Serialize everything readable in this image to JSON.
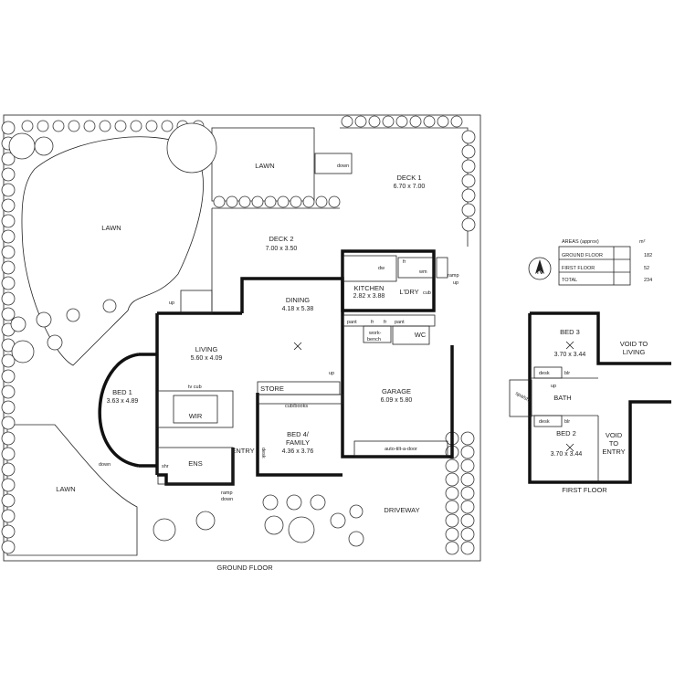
{
  "rooms": {
    "lawn_top": "LAWN",
    "lawn_left": "LAWN",
    "lawn_bottom": "LAWN",
    "deck1": "DECK 1",
    "deck1_dim": "6.70 x 7.00",
    "deck2": "DECK 2",
    "deck2_dim": "7.00 x 3.50",
    "kitchen": "KITCHEN",
    "kitchen_dim": "2.82 x 3.88",
    "ldry": "L'DRY",
    "dining": "DINING",
    "dining_dim": "4.18 x 5.38",
    "living": "LIVING",
    "living_dim": "5.60 x 4.09",
    "bed1": "BED 1",
    "bed1_dim": "3.63 x 4.89",
    "wir": "WIR",
    "ens": "ENS",
    "entry": "ENTRY",
    "store": "STORE",
    "bed4_a": "BED 4/",
    "bed4_b": "FAMILY",
    "bed4_dim": "4.36 x 3.76",
    "garage": "GARAGE",
    "garage_dim": "6.09 x 5.80",
    "driveway": "DRIVEWAY",
    "wc": "WC",
    "bed3": "BED 3",
    "bed3_dim": "3.70 x 3.44",
    "bed2": "BED 2",
    "bed2_dim": "3.70 x 3.44",
    "bath": "BATH",
    "void_living_a": "VOID TO",
    "void_living_b": "LIVING",
    "void_entry_a": "VOID",
    "void_entry_b": "TO",
    "void_entry_c": "ENTRY"
  },
  "fixtures": {
    "dw": "dw",
    "fr": "fr",
    "wm": "wm",
    "cub": "cub",
    "pant": "pant",
    "work": "work-",
    "bench": "bench",
    "tv_cub": "tv cub",
    "cub_books": "cub/books",
    "desk": "desk",
    "shr": "shr",
    "bir": "blr",
    "auto_door": "auto-tilt-a-door",
    "up": "up",
    "down": "down",
    "ramp": "ramp",
    "ramp_up": "up",
    "ramp_down_a": "ramp",
    "ramp_down_b": "down",
    "spa_shr": "spa/shr"
  },
  "captions": {
    "ground_floor": "GROUND FLOOR",
    "first_floor": "FIRST FLOOR",
    "north": "N"
  },
  "areas": {
    "header": "AREAS (approx)",
    "unit": "m²",
    "rows": [
      {
        "label": "GROUND FLOOR",
        "value": "182"
      },
      {
        "label": "FIRST FLOOR",
        "value": "52"
      },
      {
        "label": "TOTAL",
        "value": "234"
      }
    ]
  }
}
